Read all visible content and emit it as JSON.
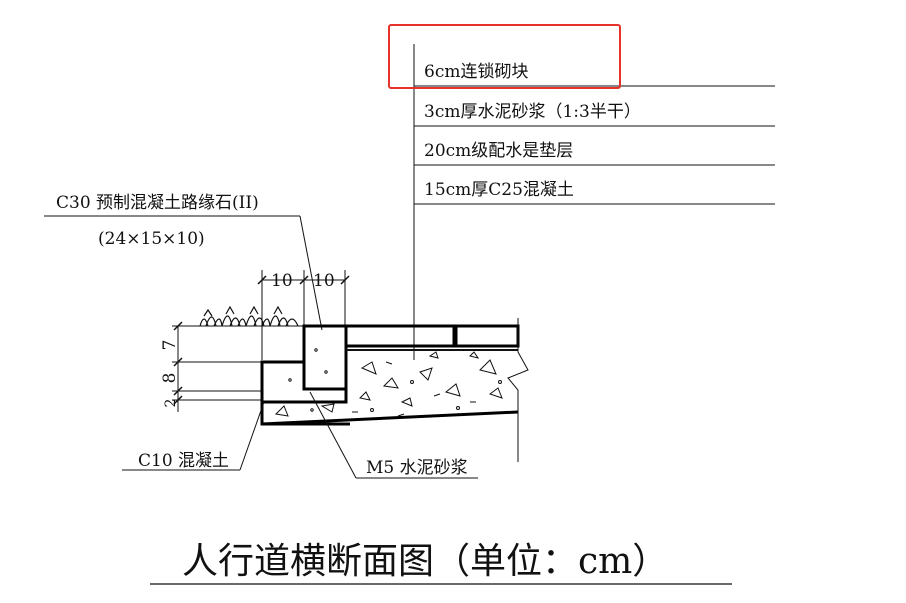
{
  "layers": [
    {
      "label": "6cm连锁砌块"
    },
    {
      "label": "3cm厚水泥砂浆（1:3半干）"
    },
    {
      "label": "20cm级配水是垫层"
    },
    {
      "label": "15cm厚C25混凝土"
    }
  ],
  "curb": {
    "label": "C30 预制混凝土路缘石(II)",
    "size": "(24×15×10)"
  },
  "dimensions": {
    "top_left": "10",
    "top_right": "10",
    "side": [
      "7",
      "8",
      "2"
    ]
  },
  "callouts": {
    "c10": "C10 混凝土",
    "m5": "M5 水泥砂浆"
  },
  "title": "人行道横断面图（单位：cm）",
  "highlight_color": "#e5332a"
}
